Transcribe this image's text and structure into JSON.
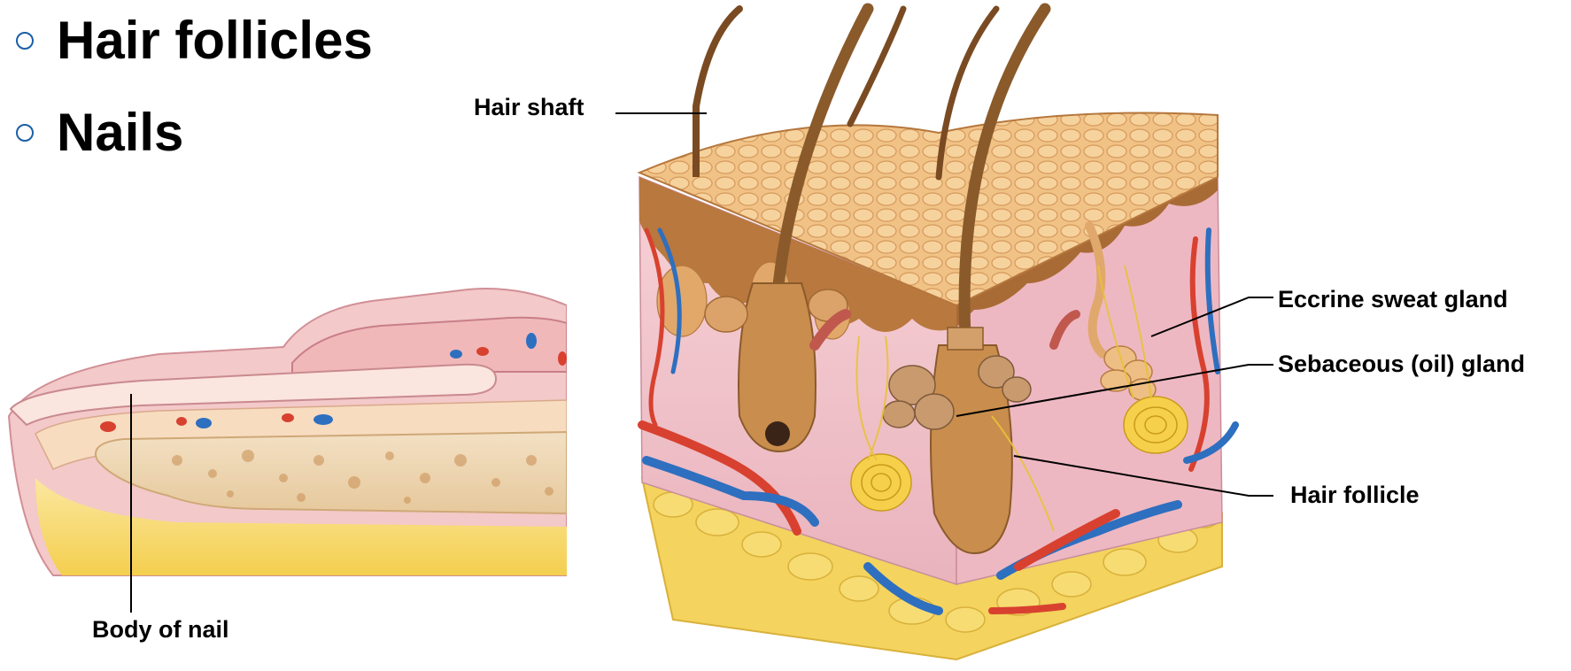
{
  "bullets": [
    "Hair follicles",
    "Nails"
  ],
  "labels": {
    "hair_shaft": "Hair shaft",
    "eccrine_sweat_gland": "Eccrine sweat gland",
    "sebaceous_gland": "Sebaceous (oil) gland",
    "hair_follicle": "Hair follicle",
    "body_of_nail": "Body of nail"
  },
  "colors": {
    "bullet_ring": "#1a5fa8",
    "epidermis": "#d9a066",
    "dermis": "#f0c4c8",
    "artery": "#d8412f",
    "vein": "#2e6fbf",
    "fat": "#f2c94c",
    "hair": "#8a5a2b"
  }
}
